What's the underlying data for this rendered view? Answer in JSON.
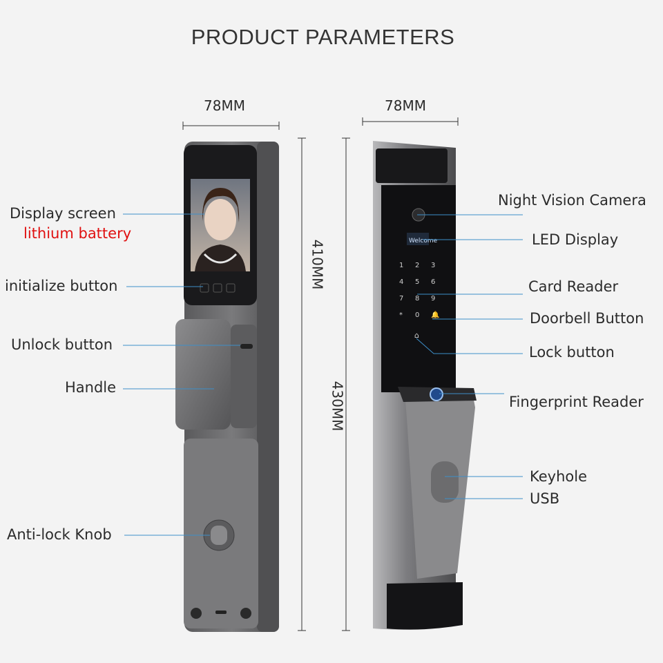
{
  "title": "PRODUCT PARAMETERS",
  "dimensions": {
    "front_width": "78MM",
    "side_width": "78MM",
    "front_height": "410MM",
    "side_height": "430MM"
  },
  "callouts": {
    "display_screen": "Display screen",
    "lithium_battery": "lithium battery",
    "initialize_button": "initialize button",
    "unlock_button": "Unlock button",
    "handle": "Handle",
    "anti_lock_knob": "Anti-lock  Knob",
    "night_vision_camera": "Night Vision Camera",
    "led_display": "LED Display",
    "card_reader": "Card Reader",
    "doorbell_button": "Doorbell Button",
    "lock_button": "Lock button",
    "fingerprint_reader": "Fingerprint Reader",
    "keyhole": "Keyhole",
    "usb": "USB"
  },
  "led_screen_text": "Welcome",
  "keypad_glyphs": [
    "1",
    "2",
    "3",
    "4",
    "5",
    "6",
    "7",
    "8",
    "9",
    "*",
    "0",
    "🔔"
  ],
  "colors": {
    "callout_line": "#3d8fc9",
    "accent_red": "#e01010",
    "lock_body": "#6c6c6e",
    "panel_dark": "#141416"
  }
}
